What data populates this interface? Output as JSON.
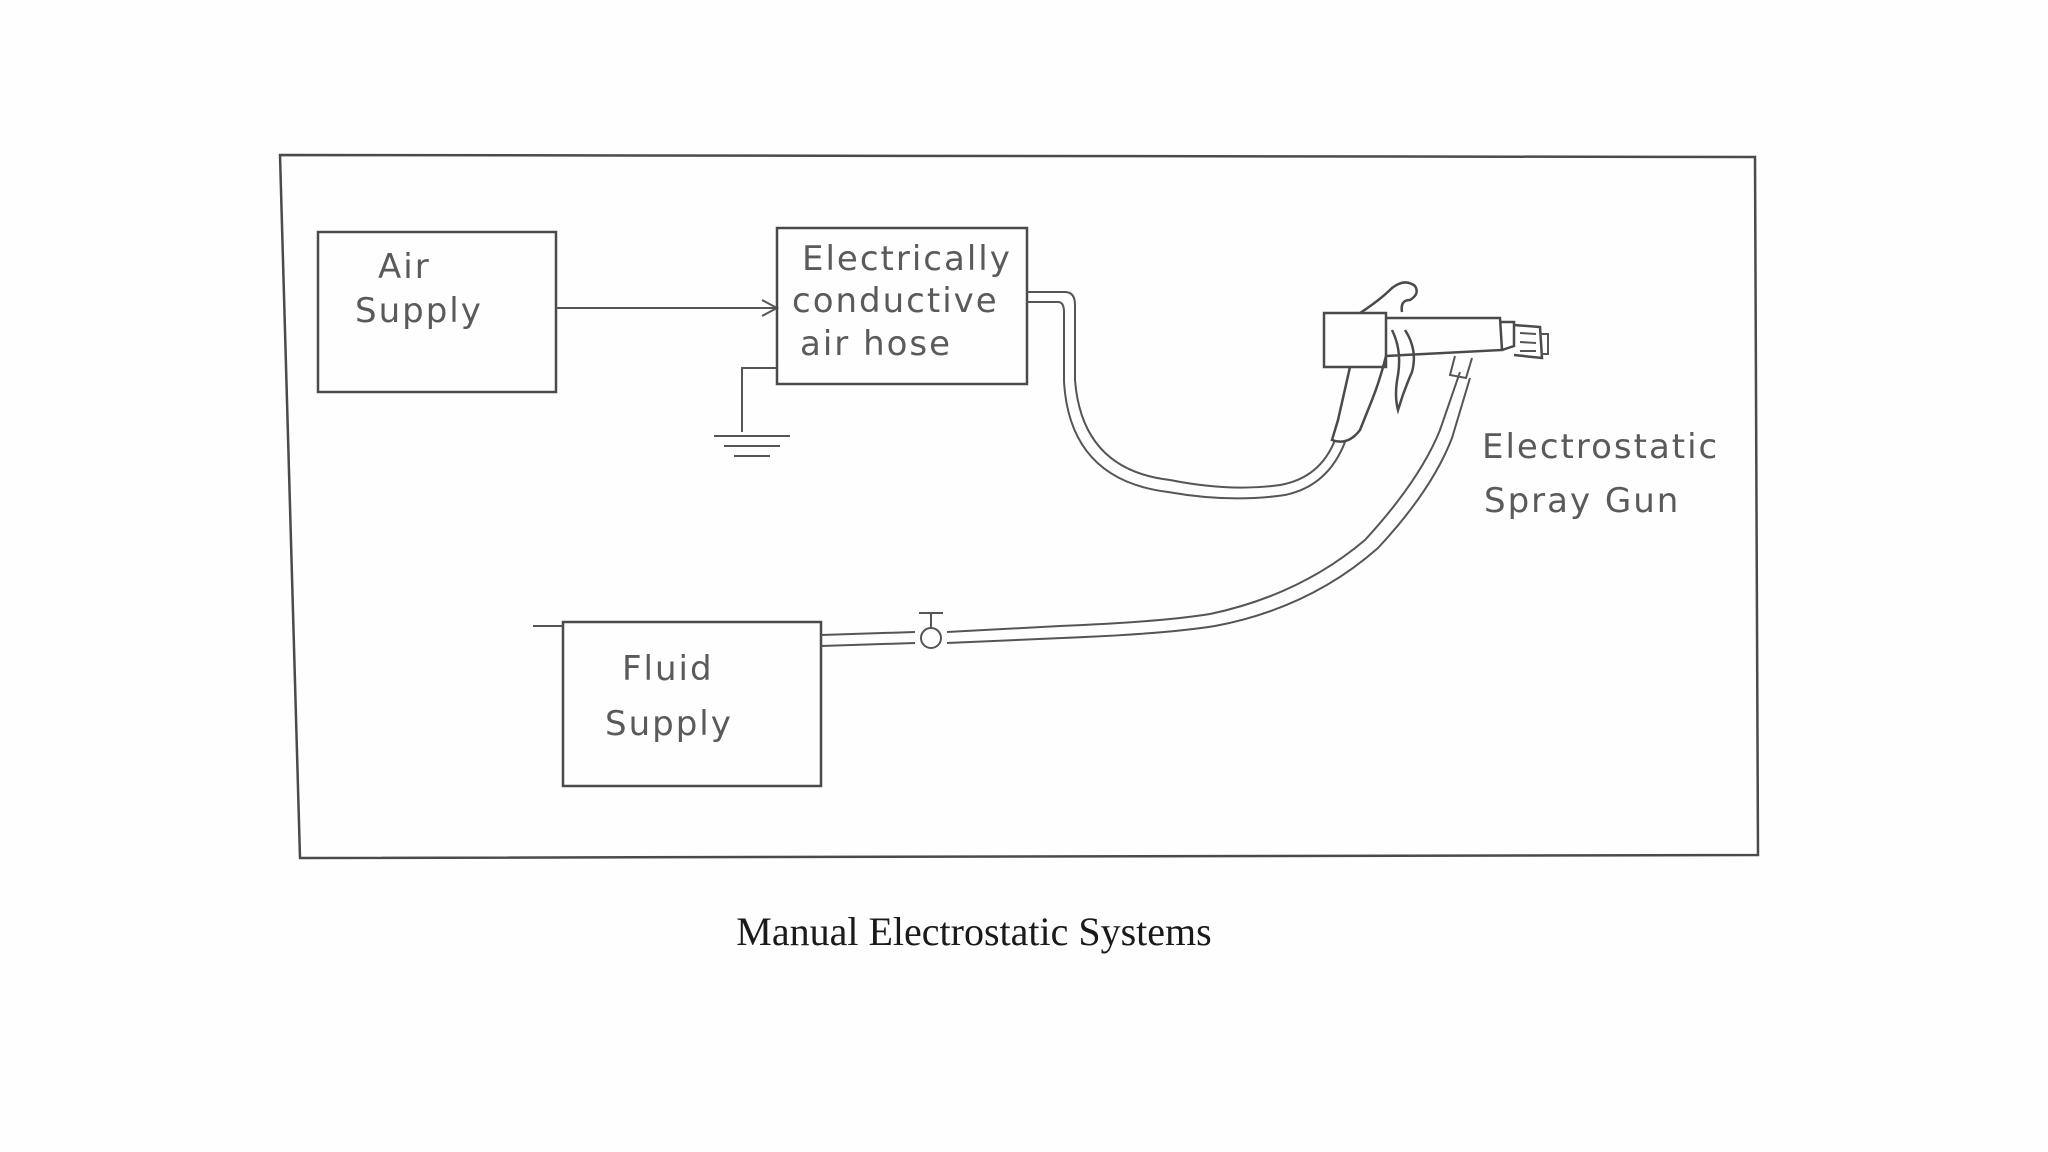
{
  "diagram": {
    "air_supply": {
      "line1": "Air",
      "line2": "Supply"
    },
    "air_hose": {
      "line1": "Electrically",
      "line2": "conductive",
      "line3": "air hose"
    },
    "fluid_supply": {
      "line1": "Fluid",
      "line2": "Supply"
    },
    "spray_gun": {
      "line1": "Electrostatic",
      "line2": "Spray Gun"
    }
  },
  "caption": "Manual Electrostatic Systems"
}
